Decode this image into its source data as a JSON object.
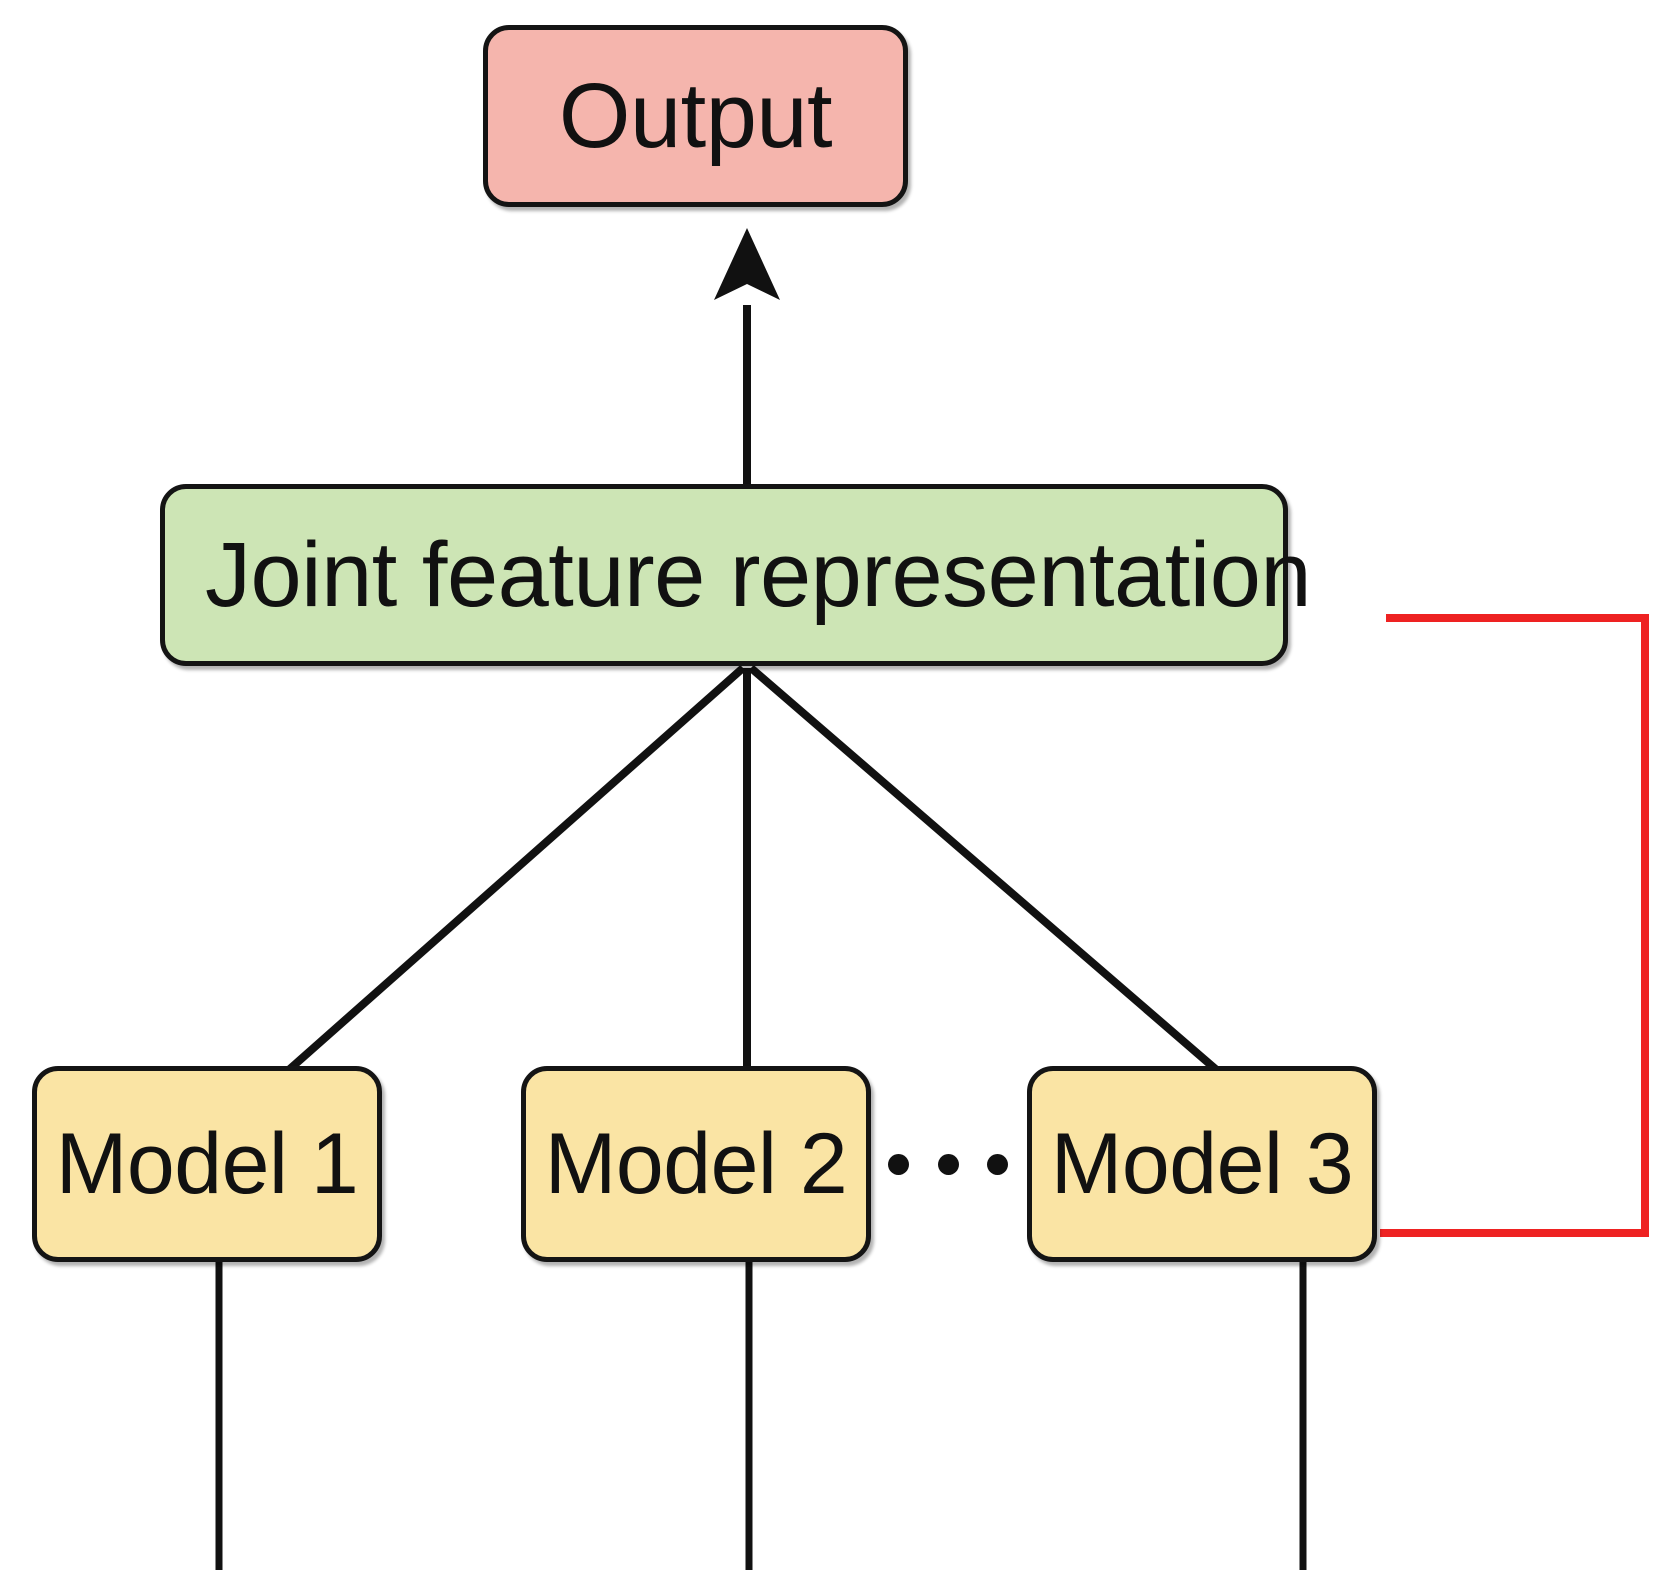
{
  "diagram": {
    "title": "Model ensemble joint feature representation diagram",
    "background_color": "#ffffff",
    "nodes": {
      "output": {
        "label": "Output",
        "fill": "#f5b5ad",
        "stroke": "#141414",
        "role": "output-node"
      },
      "joint": {
        "label": "Joint feature representation",
        "fill": "#cde5b5",
        "stroke": "#141414",
        "role": "fusion-node"
      },
      "models": [
        {
          "label": "Model 1",
          "fill": "#fae4a4",
          "stroke": "#141414"
        },
        {
          "label": "Model 2",
          "fill": "#fae4a4",
          "stroke": "#141414"
        },
        {
          "label": "Model 3",
          "fill": "#fae4a4",
          "stroke": "#141414"
        }
      ],
      "ellipsis": {
        "label": "...",
        "dot_count": 3,
        "meaning": "additional models omitted"
      }
    },
    "edges": {
      "arrow_color": "#111111",
      "feedback_color": "#ee2222",
      "connections": [
        {
          "from": "joint",
          "to": "output",
          "style": "arrow-up",
          "color": "#111111"
        },
        {
          "from": "model-1",
          "to": "joint",
          "style": "diagonal",
          "color": "#111111"
        },
        {
          "from": "model-2",
          "to": "joint",
          "style": "vertical",
          "color": "#111111"
        },
        {
          "from": "model-3",
          "to": "joint",
          "style": "diagonal",
          "color": "#111111"
        },
        {
          "from": "joint",
          "to": "model-3",
          "style": "orthogonal-feedback",
          "color": "#ee2222"
        },
        {
          "from": "model-1",
          "to": "input-below",
          "style": "vertical-stub",
          "color": "#111111"
        },
        {
          "from": "model-2",
          "to": "input-below",
          "style": "vertical-stub",
          "color": "#111111"
        },
        {
          "from": "model-3",
          "to": "input-below",
          "style": "vertical-stub",
          "color": "#111111"
        }
      ]
    }
  }
}
